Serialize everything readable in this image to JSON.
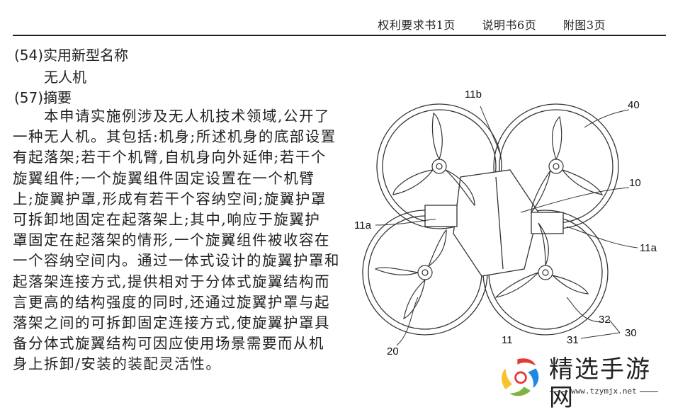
{
  "header": {
    "items": [
      "权利要求书1页",
      "说明书6页",
      "附图3页"
    ]
  },
  "section54": {
    "code": "(54)",
    "heading": "实用新型名称",
    "value": "无人机"
  },
  "section57": {
    "code": "(57)",
    "heading": "摘要"
  },
  "abstract_lines": [
    "　　本申请实施例涉及无人机技术领域,公开了",
    "一种无人机。其包括:机身;所述机身的底部设置",
    "有起落架;若干个机臂,自机身向外延伸;若干个",
    "旋翼组件;一个旋翼组件固定设置在一个机臂",
    "上;旋翼护罩,形成有若干个容纳空间;旋翼护罩",
    "可拆卸地固定在起落架上;其中,响应于旋翼护",
    "罩固定在起落架的情形,一个旋翼组件被收容在",
    "一个容纳空间内。通过一体式设计的旋翼护罩和",
    "起落架连接方式,提供相对于分体式旋翼结构而",
    "言更高的结构强度的同时,还通过旋翼护罩与起",
    "落架之间的可拆卸固定连接方式,使旋翼护罩具",
    "备分体式旋翼结构可因应使用场景需要而从机",
    "身上拆卸/安装的装配灵活性。"
  ],
  "figure_labels": {
    "l11b": "11b",
    "l40": "40",
    "l10": "10",
    "l11a_left": "11a",
    "l11a_right": "11a",
    "l32": "32",
    "l30": "30",
    "l20": "20",
    "l31": "31",
    "l11": "11"
  },
  "watermark": {
    "name": "精选手游网",
    "url": "www.tzymjx.net"
  }
}
